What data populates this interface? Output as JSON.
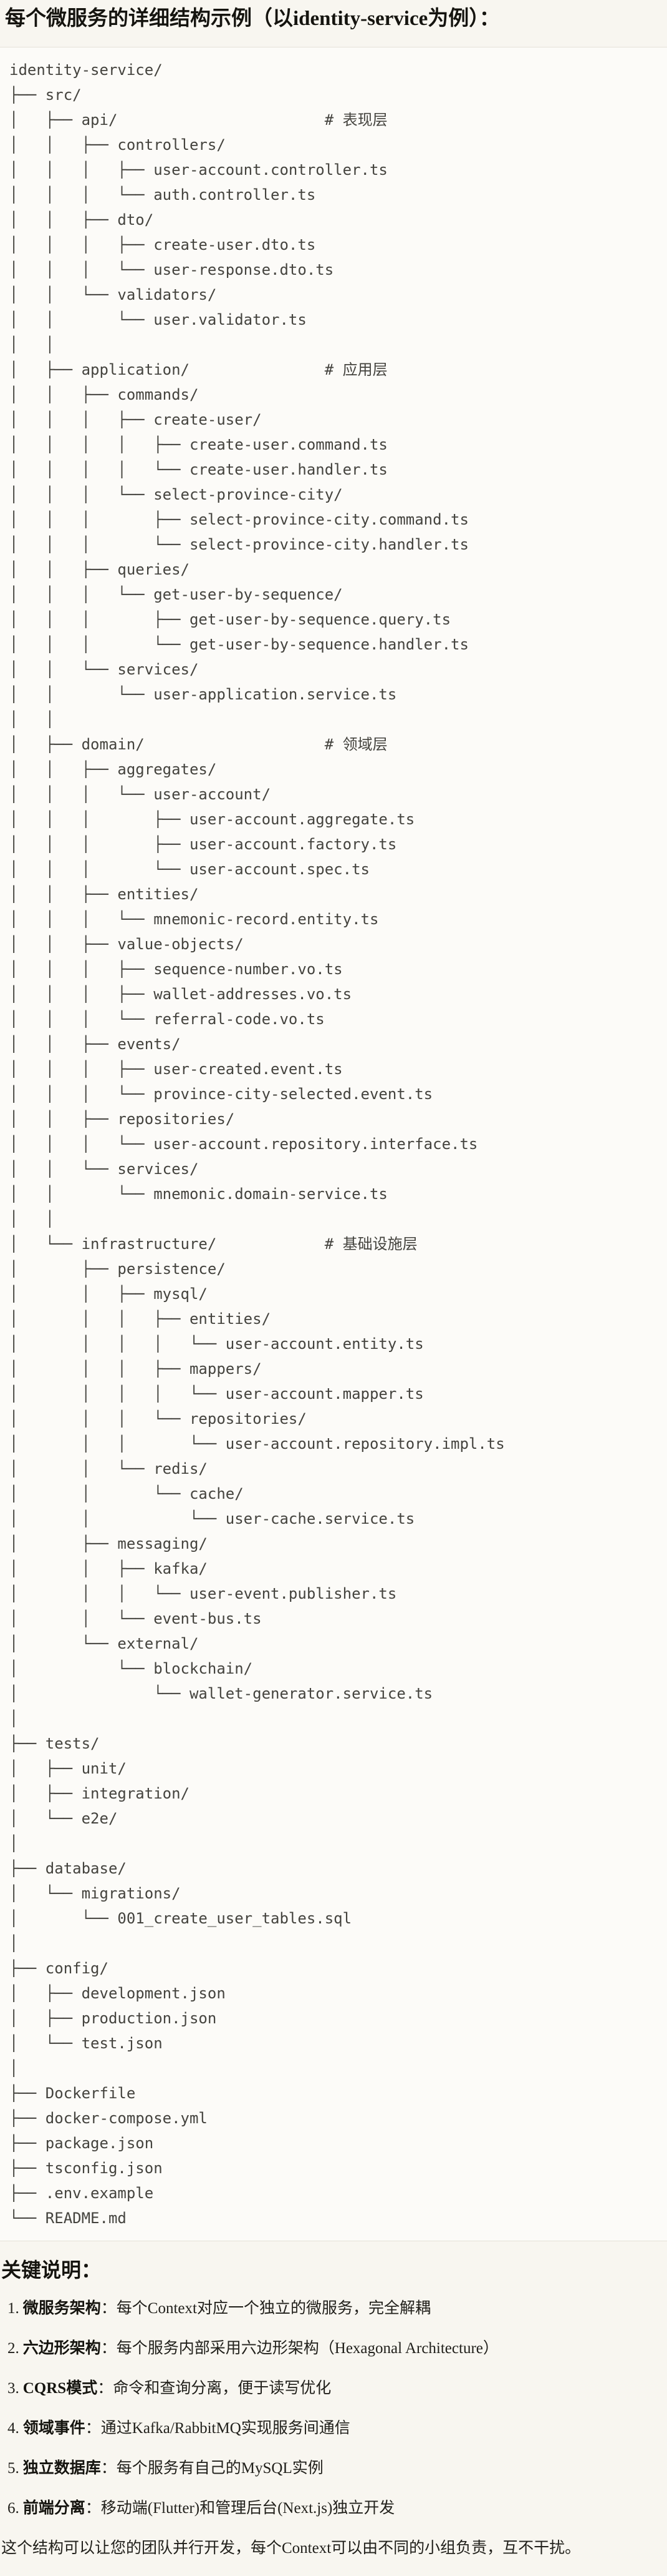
{
  "title": "每个微服务的详细结构示例（以identity-service为例）：",
  "tree": {
    "lines": [
      "identity-service/",
      "├── src/",
      "│   ├── api/                       # 表现层",
      "│   │   ├── controllers/",
      "│   │   │   ├── user-account.controller.ts",
      "│   │   │   └── auth.controller.ts",
      "│   │   ├── dto/",
      "│   │   │   ├── create-user.dto.ts",
      "│   │   │   └── user-response.dto.ts",
      "│   │   └── validators/",
      "│   │       └── user.validator.ts",
      "│   │",
      "│   ├── application/               # 应用层",
      "│   │   ├── commands/",
      "│   │   │   ├── create-user/",
      "│   │   │   │   ├── create-user.command.ts",
      "│   │   │   │   └── create-user.handler.ts",
      "│   │   │   └── select-province-city/",
      "│   │   │       ├── select-province-city.command.ts",
      "│   │   │       └── select-province-city.handler.ts",
      "│   │   ├── queries/",
      "│   │   │   └── get-user-by-sequence/",
      "│   │   │       ├── get-user-by-sequence.query.ts",
      "│   │   │       └── get-user-by-sequence.handler.ts",
      "│   │   └── services/",
      "│   │       └── user-application.service.ts",
      "│   │",
      "│   ├── domain/                    # 领域层",
      "│   │   ├── aggregates/",
      "│   │   │   └── user-account/",
      "│   │   │       ├── user-account.aggregate.ts",
      "│   │   │       ├── user-account.factory.ts",
      "│   │   │       └── user-account.spec.ts",
      "│   │   ├── entities/",
      "│   │   │   └── mnemonic-record.entity.ts",
      "│   │   ├── value-objects/",
      "│   │   │   ├── sequence-number.vo.ts",
      "│   │   │   ├── wallet-addresses.vo.ts",
      "│   │   │   └── referral-code.vo.ts",
      "│   │   ├── events/",
      "│   │   │   ├── user-created.event.ts",
      "│   │   │   └── province-city-selected.event.ts",
      "│   │   ├── repositories/",
      "│   │   │   └── user-account.repository.interface.ts",
      "│   │   └── services/",
      "│   │       └── mnemonic.domain-service.ts",
      "│   │",
      "│   └── infrastructure/            # 基础设施层",
      "│       ├── persistence/",
      "│       │   ├── mysql/",
      "│       │   │   ├── entities/",
      "│       │   │   │   └── user-account.entity.ts",
      "│       │   │   ├── mappers/",
      "│       │   │   │   └── user-account.mapper.ts",
      "│       │   │   └── repositories/",
      "│       │   │       └── user-account.repository.impl.ts",
      "│       │   └── redis/",
      "│       │       └── cache/",
      "│       │           └── user-cache.service.ts",
      "│       ├── messaging/",
      "│       │   ├── kafka/",
      "│       │   │   └── user-event.publisher.ts",
      "│       │   └── event-bus.ts",
      "│       └── external/",
      "│           └── blockchain/",
      "│               └── wallet-generator.service.ts",
      "│",
      "├── tests/",
      "│   ├── unit/",
      "│   ├── integration/",
      "│   └── e2e/",
      "│",
      "├── database/",
      "│   └── migrations/",
      "│       └── 001_create_user_tables.sql",
      "│",
      "├── config/",
      "│   ├── development.json",
      "│   ├── production.json",
      "│   └── test.json",
      "│",
      "├── Dockerfile",
      "├── docker-compose.yml",
      "├── package.json",
      "├── tsconfig.json",
      "├── .env.example",
      "└── README.md"
    ]
  },
  "notes": {
    "heading": "关键说明：",
    "items": [
      {
        "number": "1.",
        "term": "微服务架构",
        "separator": "：",
        "text": "每个Context对应一个独立的微服务，完全解耦"
      },
      {
        "number": "2.",
        "term": "六边形架构",
        "separator": "：",
        "text": "每个服务内部采用六边形架构（Hexagonal Architecture）"
      },
      {
        "number": "3.",
        "term": "CQRS模式",
        "separator": "：",
        "text": "命令和查询分离，便于读写优化"
      },
      {
        "number": "4.",
        "term": "领域事件",
        "separator": "：",
        "text": "通过Kafka/RabbitMQ实现服务间通信"
      },
      {
        "number": "5.",
        "term": "独立数据库",
        "separator": "：",
        "text": "每个服务有自己的MySQL实例"
      },
      {
        "number": "6.",
        "term": "前端分离",
        "separator": "：",
        "text": "移动端(Flutter)和管理后台(Next.js)独立开发"
      }
    ],
    "closing": "这个结构可以让您的团队并行开发，每个Context可以由不同的小组负责，互不干扰。"
  },
  "colors": {
    "page_bg": "#f8f6f0",
    "code_bg": "#fcfbf8",
    "divider": "#e5e2d9",
    "heading_text": "#15140f",
    "code_text": "#44433e"
  }
}
